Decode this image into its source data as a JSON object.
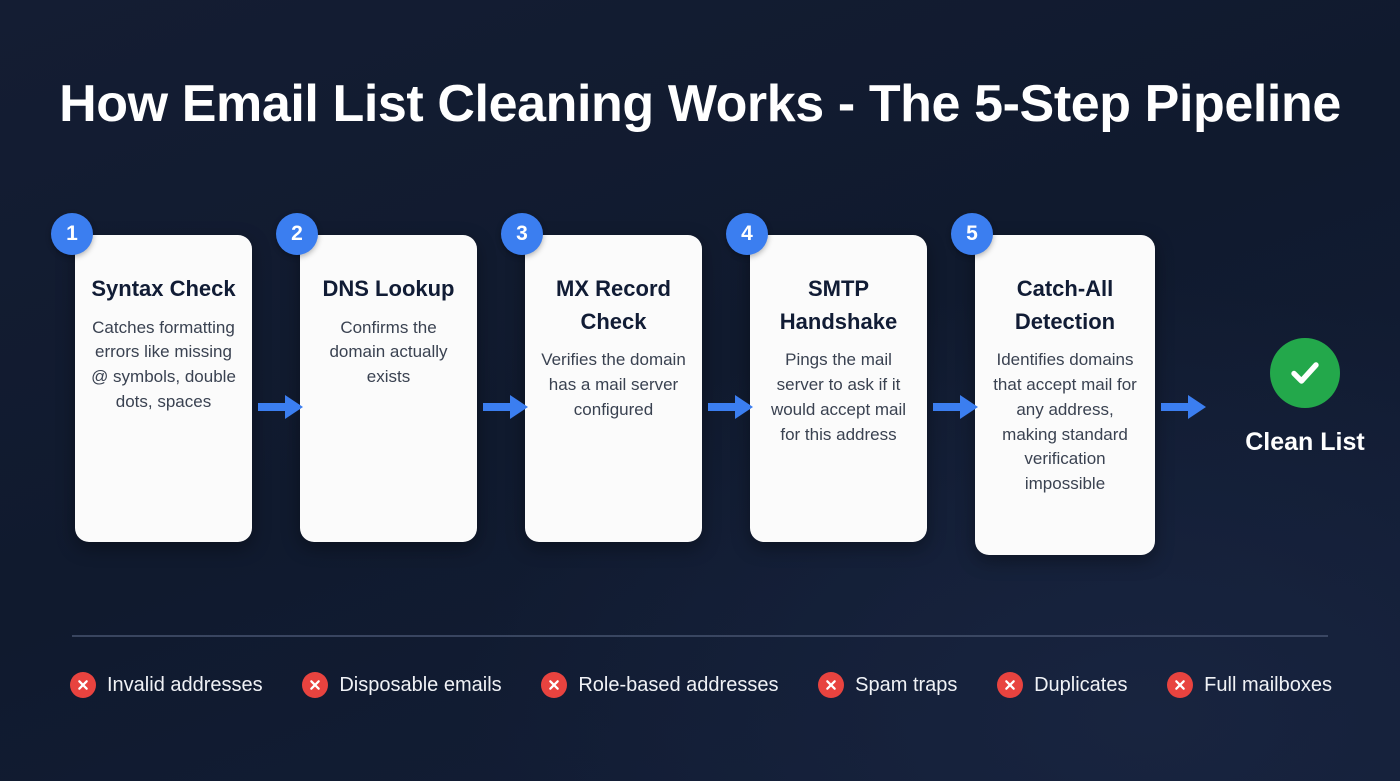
{
  "title": "How Email List Cleaning Works - The 5-Step Pipeline",
  "colors": {
    "background": "#101a30",
    "card": "#fbfbfb",
    "badge_blue": "#3b7ef0",
    "arrow_blue": "#3b7ef0",
    "success_green": "#23a84b",
    "error_red": "#e8433f",
    "title_text": "#ffffff",
    "card_title_text": "#111c35",
    "card_desc_text": "#3a4251",
    "divider": "#475470"
  },
  "pipeline": {
    "steps": [
      {
        "number": "1",
        "title": "Syntax Check",
        "description": "Catches formatting errors like missing @ symbols, double dots, spaces"
      },
      {
        "number": "2",
        "title": "DNS Lookup",
        "description": "Confirms the domain actually exists"
      },
      {
        "number": "3",
        "title": "MX Record Check",
        "description": "Verifies the domain has a mail server configured"
      },
      {
        "number": "4",
        "title": "SMTP Handshake",
        "description": "Pings the mail server to ask if it would accept mail for this address"
      },
      {
        "number": "5",
        "title": "Catch-All Detection",
        "description": "Identifies domains that accept mail for any address, making standard verification impossible"
      }
    ],
    "arrow_icon": "arrow-right-icon"
  },
  "result": {
    "icon": "check-circle-icon",
    "label": "Clean List"
  },
  "legend": {
    "icon": "x-circle-icon",
    "items": [
      {
        "label": "Invalid addresses"
      },
      {
        "label": "Disposable emails"
      },
      {
        "label": "Role-based addresses"
      },
      {
        "label": "Spam traps"
      },
      {
        "label": "Duplicates"
      },
      {
        "label": "Full mailboxes"
      }
    ]
  }
}
